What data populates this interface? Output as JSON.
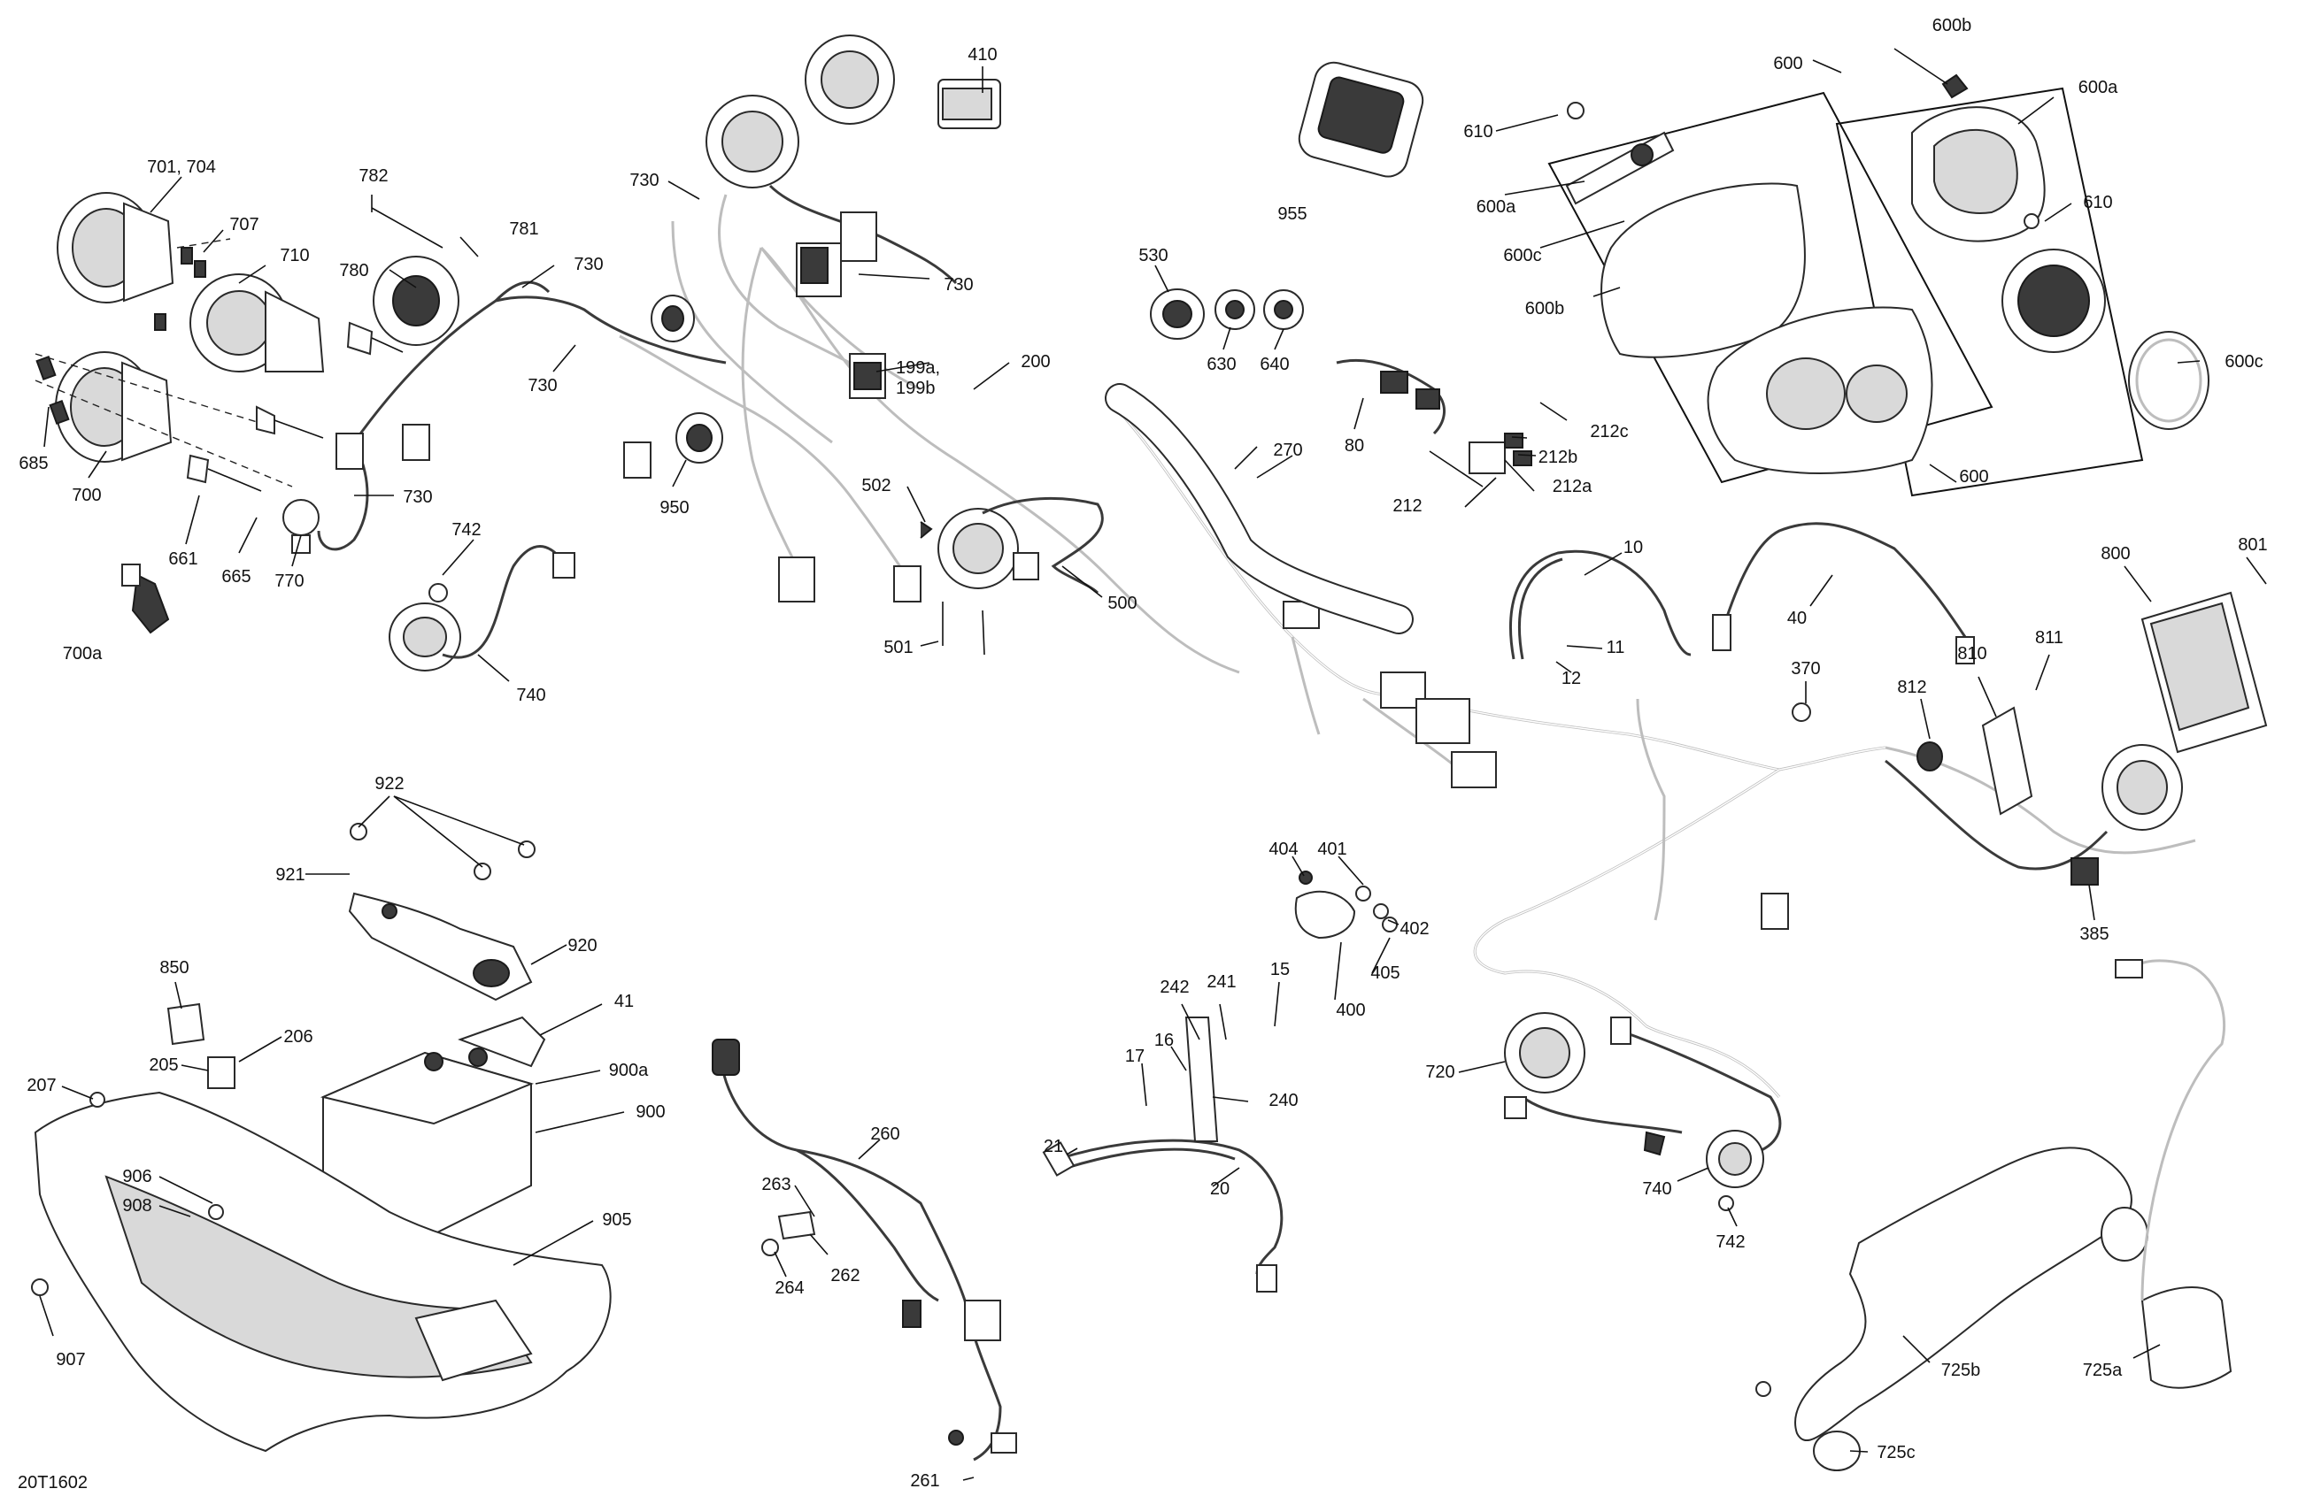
{
  "diagram": {
    "code": "20T1602",
    "labels": [
      "410",
      "730",
      "701, 704",
      "707",
      "710",
      "782",
      "781",
      "780",
      "730",
      "730",
      "685",
      "700",
      "661",
      "665",
      "770",
      "730",
      "742",
      "700a",
      "740",
      "950",
      "730",
      "199a,\n199b",
      "200",
      "502",
      "500",
      "501",
      "955",
      "610",
      "600a",
      "600c",
      "600b",
      "600",
      "600b",
      "600a",
      "610",
      "600c",
      "600",
      "530",
      "630",
      "640",
      "80",
      "212c",
      "212b",
      "212a",
      "212",
      "270",
      "10",
      "11",
      "12",
      "40",
      "800",
      "801",
      "811",
      "810",
      "812",
      "370",
      "385",
      "922",
      "921",
      "920",
      "850",
      "206",
      "205",
      "41",
      "900a",
      "900",
      "207",
      "906",
      "908",
      "905",
      "907",
      "404",
      "401",
      "402",
      "405",
      "400",
      "242",
      "241",
      "15",
      "16",
      "17",
      "240",
      "21",
      "20",
      "260",
      "263",
      "262",
      "264",
      "261",
      "720",
      "740",
      "742",
      "725b",
      "725a",
      "725c"
    ]
  }
}
